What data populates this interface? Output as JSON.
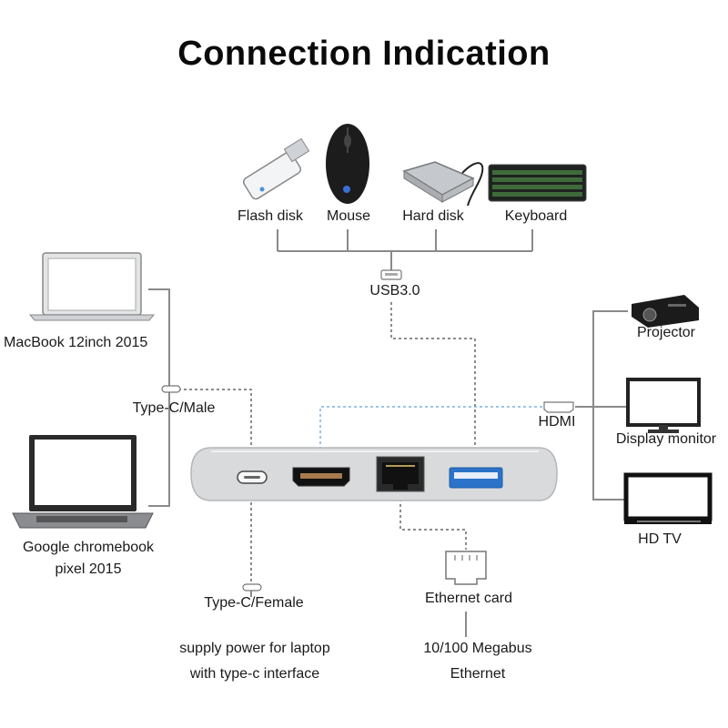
{
  "title": "Connection Indication",
  "usb_devices": [
    {
      "icon": "flash-disk-icon",
      "label": "Flash disk"
    },
    {
      "icon": "mouse-icon",
      "label": "Mouse"
    },
    {
      "icon": "hard-disk-icon",
      "label": "Hard disk"
    },
    {
      "icon": "keyboard-icon",
      "label": "Keyboard"
    }
  ],
  "usb_port_label": "USB3.0",
  "laptops": [
    {
      "icon": "macbook-icon",
      "label": "MacBook 12inch 2015"
    },
    {
      "icon": "chromebook-icon",
      "label_line1": "Google chromebook",
      "label_line2": "pixel 2015"
    }
  ],
  "type_c_male_label": "Type-C/Male",
  "hdmi_label": "HDMI",
  "displays": [
    {
      "icon": "projector-icon",
      "label": "Projector"
    },
    {
      "icon": "monitor-icon",
      "label": "Display monitor"
    },
    {
      "icon": "tv-icon",
      "label": "HD TV"
    }
  ],
  "type_c_female_label": "Type-C/Female",
  "power_note_line1": "supply power for laptop",
  "power_note_line2": "with type-c interface",
  "ethernet_label": "Ethernet card",
  "ethernet_speed_line1": "10/100 Megabus",
  "ethernet_speed_line2": "Ethernet",
  "colors": {
    "hub_body": "#d9dadc",
    "line": "#8a8a8a",
    "usb_blue": "#2a73c9",
    "hdmi_link": "#7fb0de"
  }
}
